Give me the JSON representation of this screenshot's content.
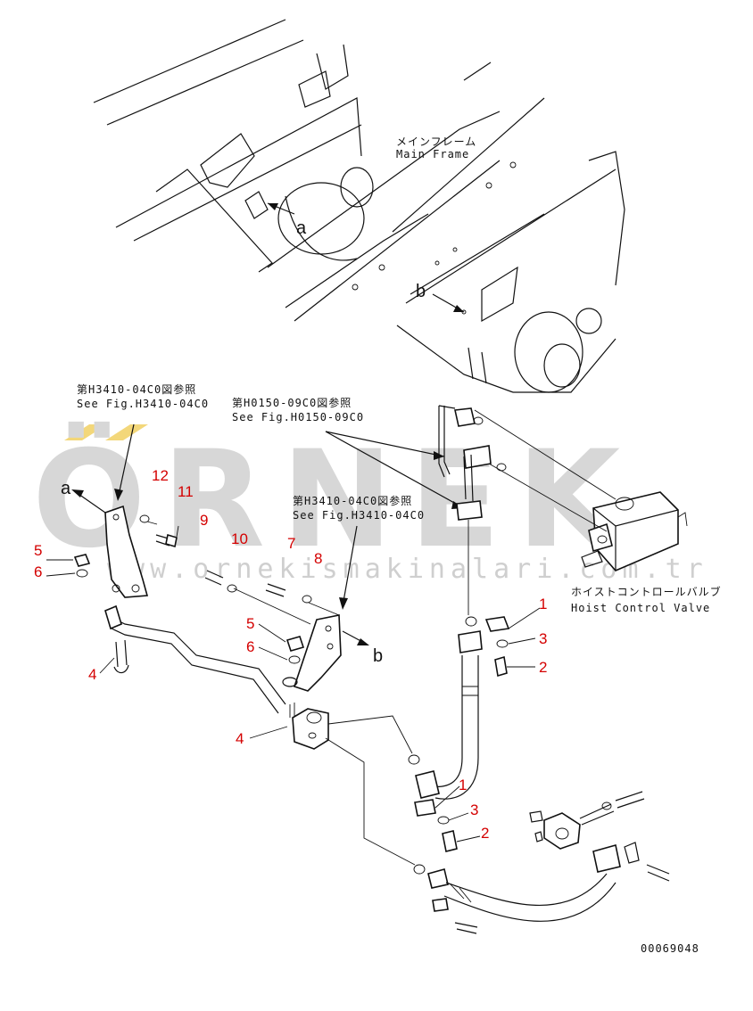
{
  "labels": {
    "main_frame_jp": "メインフレーム",
    "main_frame_en": "Main Frame",
    "ref1_jp": "第H3410-04C0図参照",
    "ref1_en": "See Fig.H3410-04C0",
    "ref2_jp": "第H0150-09C0図参照",
    "ref2_en": "See Fig.H0150-09C0",
    "ref3_jp": "第H3410-04C0図参照",
    "ref3_en": "See Fig.H3410-04C0",
    "hoist_jp": "ホイストコントロールバルブ",
    "hoist_en": "Hoist Control Valve",
    "drawing_number": "00069048"
  },
  "view_letters": {
    "a_frame": "a",
    "b_frame": "b",
    "a_bracket": "a",
    "b_bracket": "b"
  },
  "part_numbers": {
    "p12": "12",
    "p11": "11",
    "p9": "9",
    "p10": "10",
    "p7": "7",
    "p8": "8",
    "p5_left": "5",
    "p6_left": "6",
    "p5_mid": "5",
    "p6_mid": "6",
    "p4_left": "4",
    "p4_mid": "4",
    "p1_top": "1",
    "p3_top": "3",
    "p2_top": "2",
    "p1_low": "1",
    "p3_low": "3",
    "p2_low": "2"
  },
  "watermark": {
    "brand": "ÖRNEK",
    "url": "www.ornekismakinalari.com.tr",
    "accent_color": "#f3d77a",
    "text_color": "#d7d7d7"
  },
  "colors": {
    "callout_red": "#d40000",
    "line": "#111111"
  }
}
